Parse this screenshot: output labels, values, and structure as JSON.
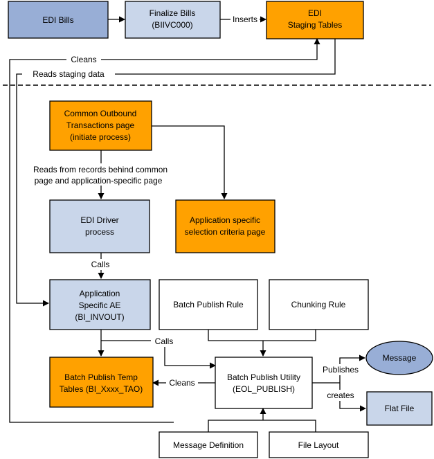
{
  "colors": {
    "blue_dark": "#98aed6",
    "blue_light": "#c9d6ea",
    "orange": "#ffa100",
    "white": "#ffffff",
    "stroke": "#000000"
  },
  "nodes": {
    "edi_bills": {
      "lines": [
        "EDI Bills"
      ]
    },
    "finalize_bills": {
      "lines": [
        "Finalize Bills",
        "(BIIVC000)"
      ]
    },
    "edi_staging": {
      "lines": [
        "EDI",
        "Staging Tables"
      ]
    },
    "common_outbound": {
      "lines": [
        "Common Outbound",
        "Transactions page",
        "(initiate process)"
      ]
    },
    "edi_driver": {
      "lines": [
        "EDI Driver",
        "process"
      ]
    },
    "app_selection": {
      "lines": [
        "Application specific",
        "selection criteria page"
      ]
    },
    "app_ae": {
      "lines": [
        "Application",
        "Specific AE",
        "(BI_INVOUT)"
      ]
    },
    "batch_publish_rule": {
      "lines": [
        "Batch Publish Rule"
      ]
    },
    "chunking_rule": {
      "lines": [
        "Chunking Rule"
      ]
    },
    "batch_temp": {
      "lines": [
        "Batch Publish Temp",
        "Tables (BI_Xxxx_TAO)"
      ]
    },
    "batch_utility": {
      "lines": [
        "Batch Publish Utility",
        "(EOL_PUBLISH)"
      ]
    },
    "message": {
      "lines": [
        "Message"
      ]
    },
    "flat_file": {
      "lines": [
        "Flat File"
      ]
    },
    "message_definition": {
      "lines": [
        "Message Definition"
      ]
    },
    "file_layout": {
      "lines": [
        "File Layout"
      ]
    }
  },
  "edge_labels": {
    "inserts": "Inserts",
    "cleans_top": "Cleans",
    "reads_staging": "Reads staging data",
    "reads_records": [
      "Reads from records behind common",
      "page and application-specific page"
    ],
    "calls_driver": "Calls",
    "calls_utility": "Calls",
    "cleans_temp": "Cleans",
    "publishes": "Publishes",
    "creates": "creates"
  }
}
